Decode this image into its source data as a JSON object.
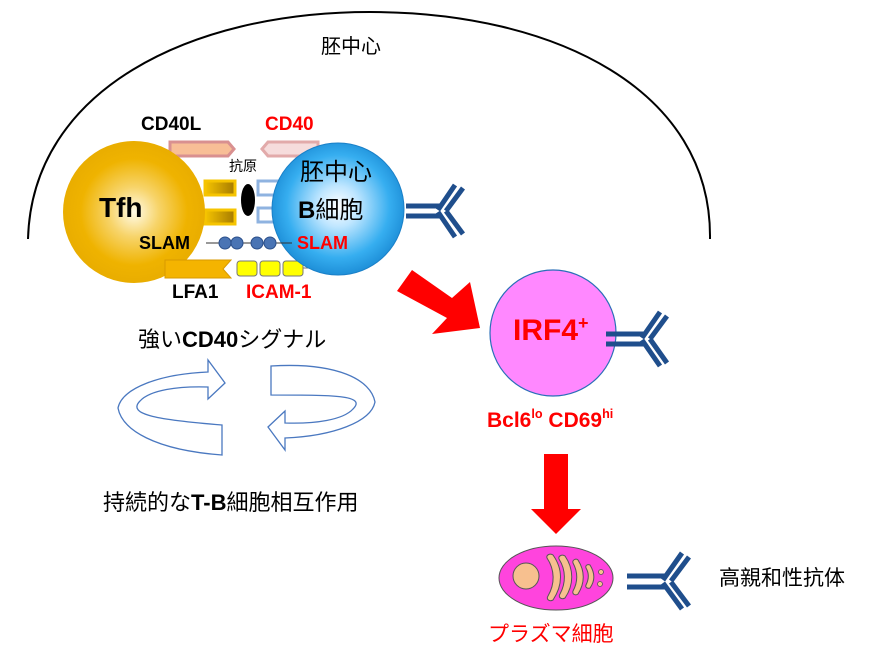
{
  "germinal_center": {
    "label": "胚中心"
  },
  "tfh_cell": {
    "label": "Tfh",
    "color": "#f0b400"
  },
  "gc_b_cell": {
    "label_line1": "胚中心",
    "label_line2": "B細胞",
    "color": "#2aa0e6"
  },
  "molecules": {
    "cd40l": "CD40L",
    "cd40": "CD40",
    "antigen": "抗原",
    "slam_t": "SLAM",
    "slam_b": "SLAM",
    "lfa1": "LFA1",
    "icam1": "ICAM-1"
  },
  "cycle": {
    "top_label_prefix": "強い",
    "top_label_bold": "CD40",
    "top_label_suffix": "シグナル",
    "bottom_label_prefix": "持続的な",
    "bottom_label_bold": "T-B",
    "bottom_label_suffix": "細胞相互作用"
  },
  "irf4_cell": {
    "label": "IRF4",
    "label_sup": "+",
    "marker1": "Bcl6",
    "marker1_sup": "lo",
    "marker2": "CD69",
    "marker2_sup": "hi",
    "color": "#ff88ff"
  },
  "plasma_cell": {
    "label": "プラズマ細胞",
    "color": "#ff44dd"
  },
  "antibody": {
    "label": "高親和性抗体",
    "color": "#1f4e8c"
  },
  "colors": {
    "arrow": "#ff0000",
    "accent_text": "#ff0000"
  }
}
